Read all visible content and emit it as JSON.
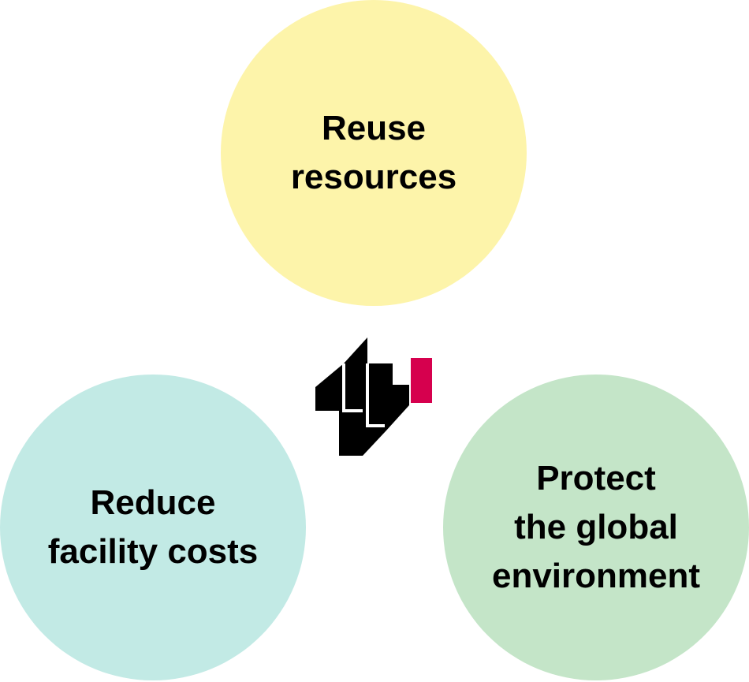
{
  "diagram": {
    "nodes": [
      {
        "id": "reuse-resources",
        "lines": [
          "Reuse",
          "resources"
        ],
        "color": "#fdf4aa"
      },
      {
        "id": "reduce-facility-costs",
        "lines": [
          "Reduce",
          "facility costs"
        ],
        "color": "#c2eae5"
      },
      {
        "id": "protect-global-environment",
        "lines": [
          "Protect",
          "the global",
          "environment"
        ],
        "color": "#c4e5c8"
      }
    ],
    "logo": {
      "icon": "company-logo-icon",
      "colors": {
        "mark": "#000000",
        "accent": "#d6004e"
      }
    }
  }
}
